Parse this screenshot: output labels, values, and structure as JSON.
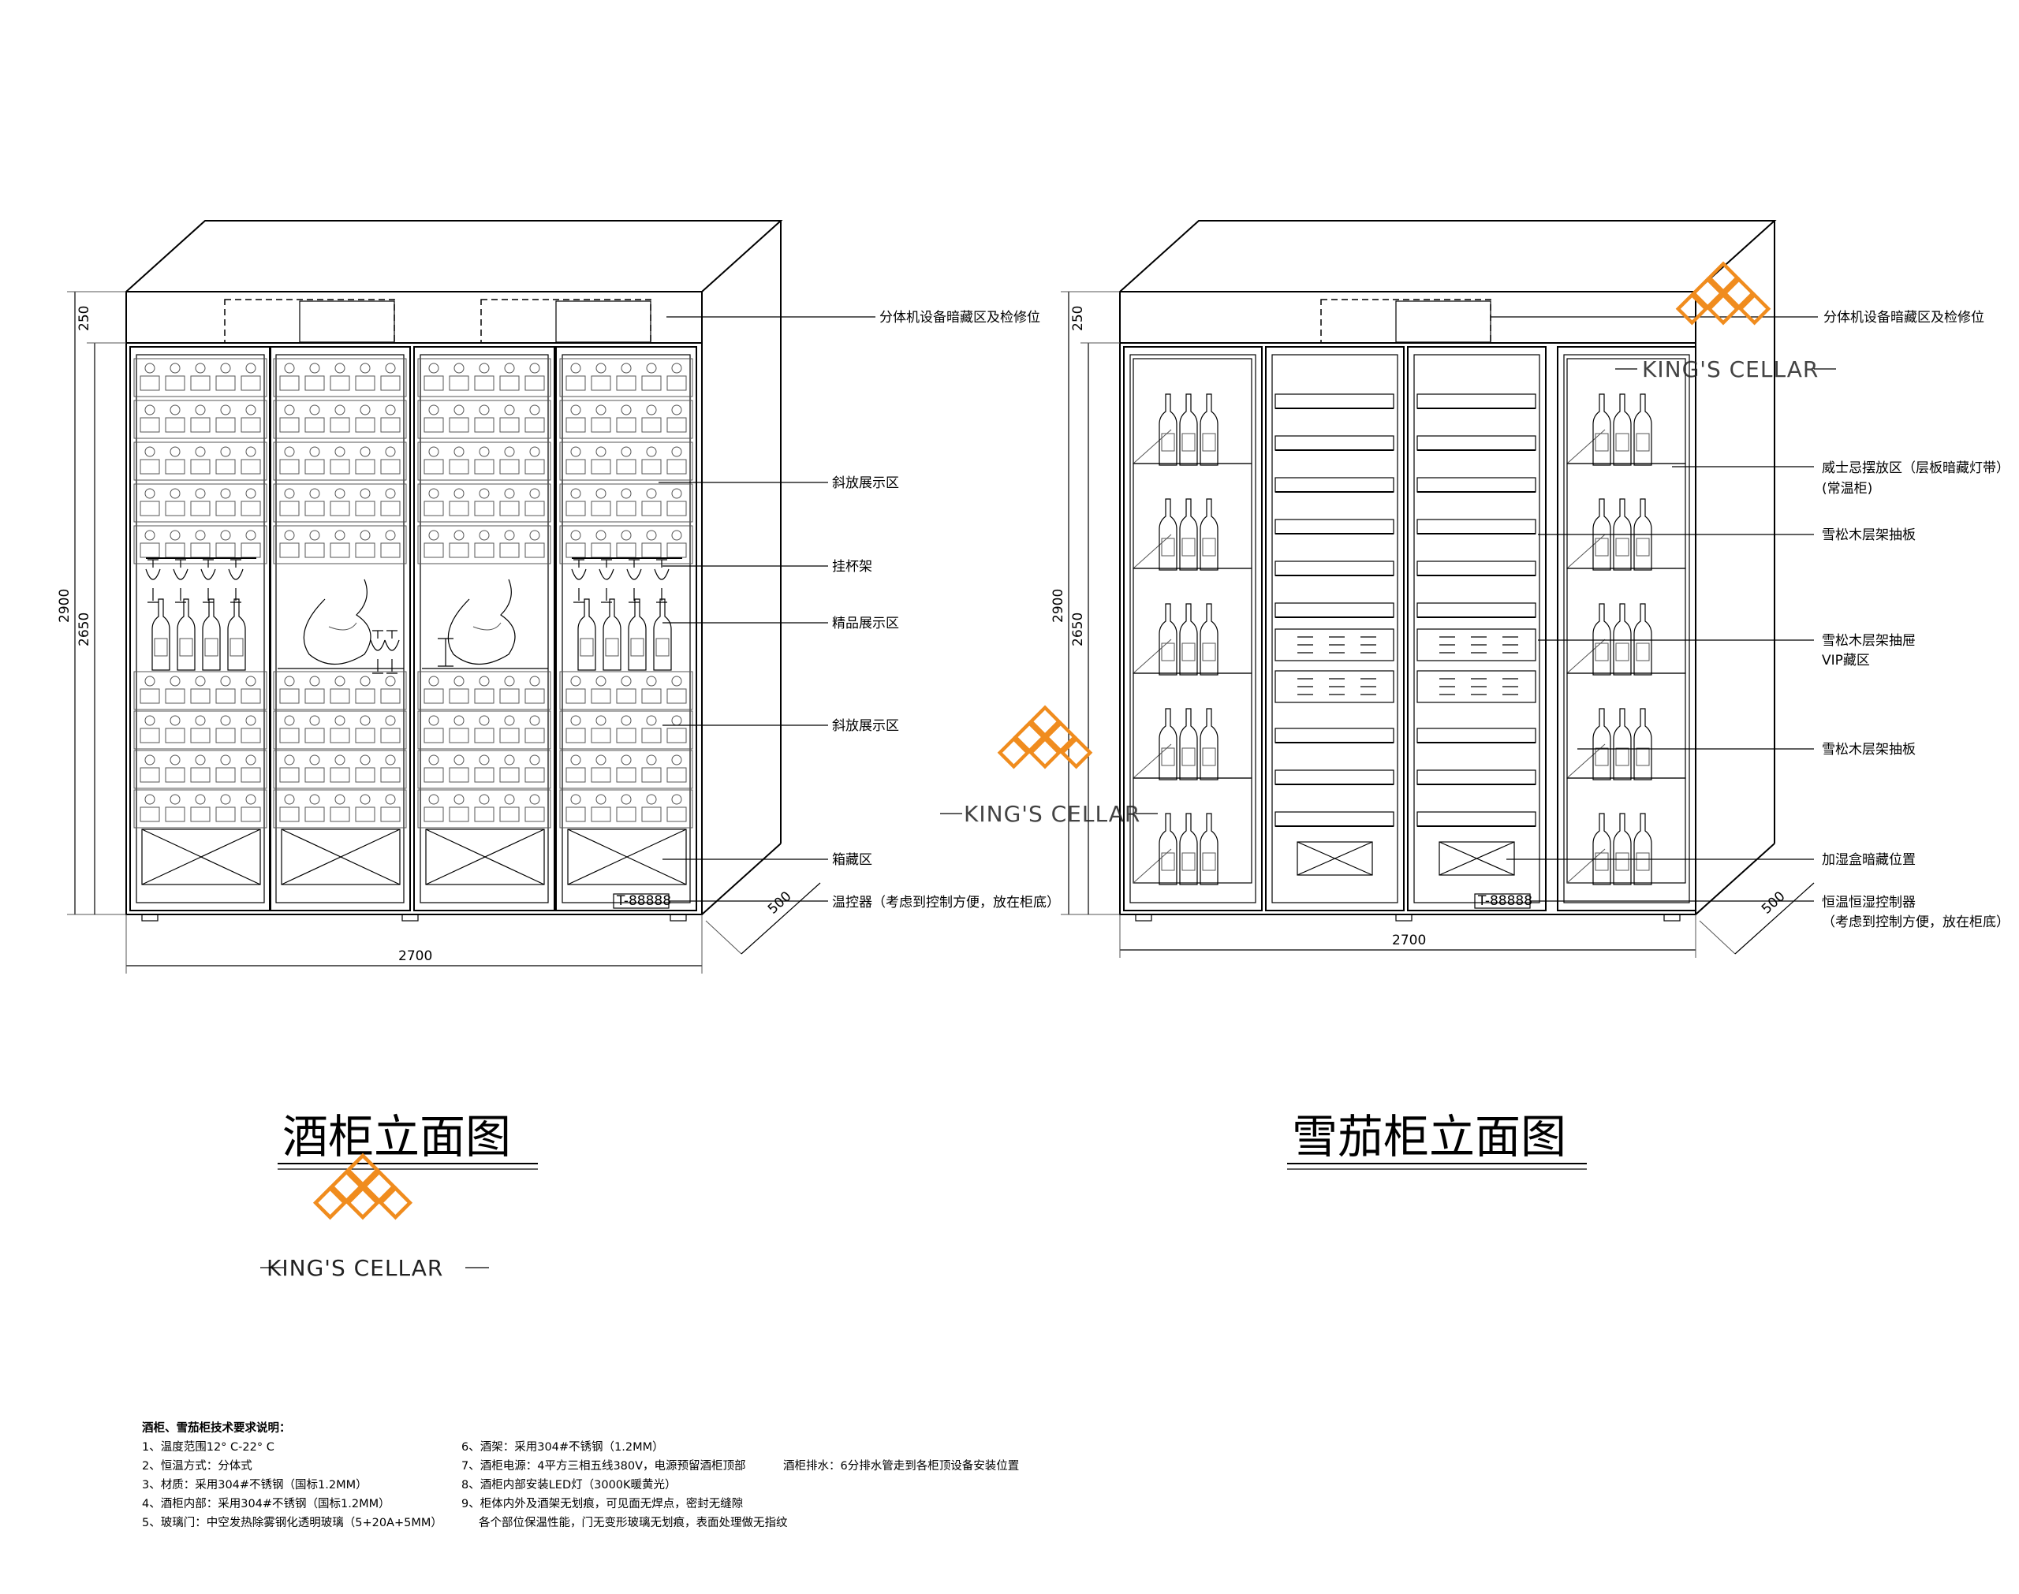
{
  "diagram": {
    "left_title": "酒柜立面图",
    "right_title": "雪茄柜立面图",
    "brand_text": "KING'S CELLAR",
    "brand_color": "#f08c1e",
    "left_labels": [
      "分体机设备暗藏区及检修位",
      "斜放展示区",
      "挂杯架",
      "精品展示区",
      "斜放展示区",
      "箱藏区",
      "温控器（考虑到控制方便，放在柜底）"
    ],
    "right_labels": [
      "分体机设备暗藏区及检修位",
      "威士忌摆放区（层板暗藏灯带）",
      "(常温柜)",
      "雪松木层架抽板",
      "雪松木层架抽屉",
      "VIP藏区",
      "雪松木层架抽板",
      "加湿盒暗藏位置",
      "恒温恒湿控制器",
      "（考虑到控制方便，放在柜底）"
    ],
    "dims": {
      "height_total": "2900",
      "height_body": "2650",
      "top_height": "250",
      "width": "2700",
      "depth": "500"
    },
    "controller_text": "T-88888"
  },
  "notes": {
    "heading": "酒柜、雪茄柜技术要求说明：",
    "col1": [
      "1、温度范围12° C-22° C",
      "2、恒温方式：分体式",
      "3、材质：采用304#不锈钢（国标1.2MM）",
      "4、酒柜内部：采用304#不锈钢（国标1.2MM）",
      "5、玻璃门：中空发热除雾钢化透明玻璃（5+20A+5MM）"
    ],
    "col2": [
      "6、酒架：采用304#不锈钢（1.2MM）",
      "7、酒柜电源：4平方三相五线380V，电源预留酒柜顶部",
      "8、酒柜内部安装LED灯（3000K暖黄光）",
      "9、柜体内外及酒架无划痕，可见面无焊点，密封无缝隙",
      "各个部位保温性能，门无变形玻璃无划痕，表面处理做无指纹"
    ],
    "drain": "酒柜排水：6分排水管走到各柜顶设备安装位置"
  }
}
